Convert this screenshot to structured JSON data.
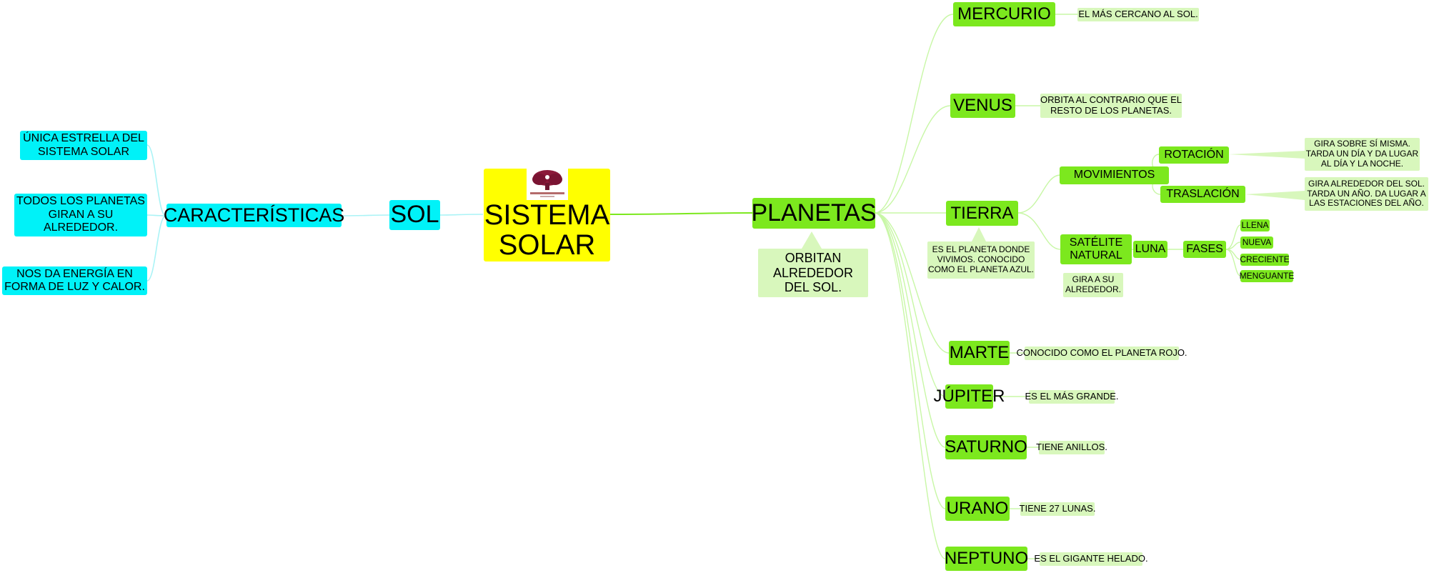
{
  "center": {
    "line1": "SISTEMA",
    "line2": "SOLAR",
    "logo_icon": "school-tree-logo-icon"
  },
  "left": {
    "sol": "SOL",
    "caracteristicas": "CARACTERÍSTICAS",
    "items": [
      "ÚNICA ESTRELLA DEL SISTEMA SOLAR",
      "TODOS LOS PLANETAS GIRAN A SU ALREDEDOR.",
      "NOS DA ENERGÍA EN FORMA DE LUZ Y CALOR."
    ]
  },
  "planetas": {
    "label": "PLANETAS",
    "note": "ORBITAN ALREDEDOR DEL SOL.",
    "mercurio": {
      "label": "MERCURIO",
      "desc": "EL MÁS CERCANO AL SOL."
    },
    "venus": {
      "label": "VENUS",
      "desc": "ORBITA AL CONTRARIO QUE EL RESTO DE LOS PLANETAS."
    },
    "tierra": {
      "label": "TIERRA",
      "note": "ES EL PLANETA DONDE VIVIMOS. CONOCIDO COMO EL PLANETA AZUL.",
      "movimientos": "MOVIMIENTOS",
      "rotacion": {
        "label": "ROTACIÓN",
        "desc": "GIRA SOBRE SÍ MISMA. TARDA UN DÍA Y DA LUGAR AL DÍA Y LA NOCHE."
      },
      "traslacion": {
        "label": "TRASLACIÓN",
        "desc": "GIRA ALREDEDOR DEL SOL. TARDA UN AÑO. DA LUGAR A LAS ESTACIONES DEL AÑO."
      },
      "satelite": {
        "label": "SATÉLITE NATURAL",
        "note": "GIRA A SU ALREDEDOR."
      },
      "luna": "LUNA",
      "fases": {
        "label": "FASES",
        "items": [
          "LLENA",
          "NUEVA",
          "CRECIENTE",
          "MENGUANTE"
        ]
      }
    },
    "marte": {
      "label": "MARTE",
      "desc": "CONOCIDO COMO EL PLANETA ROJO."
    },
    "jupiter": {
      "label": "JÚPITER",
      "desc": "ES EL MÁS GRANDE."
    },
    "saturno": {
      "label": "SATURNO",
      "desc": "TIENE ANILLOS."
    },
    "urano": {
      "label": "URANO",
      "desc": "TIENE 27 LUNAS."
    },
    "neptuno": {
      "label": "NEPTUNO",
      "desc": "ES EL GIGANTE HELADO."
    }
  },
  "colors": {
    "sol_branch": "#00f2f8",
    "planet_branch": "#7ce81e",
    "note": "#d8f7bc",
    "center": "#ffff00",
    "logo": "#8b1a3a"
  }
}
